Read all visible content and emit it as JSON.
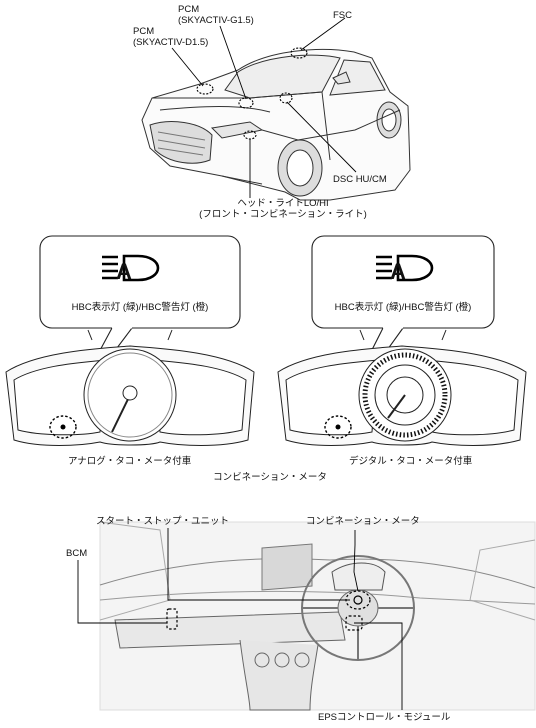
{
  "car": {
    "pcm_d15": [
      "PCM",
      "(SKYACTIV-D1.5)"
    ],
    "pcm_g15": [
      "PCM",
      "(SKYACTIV-G1.5)"
    ],
    "fsc": "FSC",
    "dsc": "DSC HU/CM",
    "headlight": [
      "ヘッド・ライトLO/HI",
      "(フロント・コンビネーション・ライト)"
    ]
  },
  "meters": {
    "callout_left": "HBC表示灯 (緑)/HBC警告灯 (橙)",
    "callout_right": "HBC表示灯 (緑)/HBC警告灯 (橙)",
    "caption_left": "アナログ・タコ・メータ付車",
    "caption_right": "デジタル・タコ・メータ付車",
    "caption_center": "コンビネーション・メータ",
    "hbc_icon_letter": "A",
    "icon": "high-beam-control-icon"
  },
  "dash": {
    "start_stop": "スタート・ストップ・ユニット",
    "combo_meter": "コンビネーション・メータ",
    "bcm": "BCM",
    "eps": "EPSコントロール・モジュール"
  }
}
